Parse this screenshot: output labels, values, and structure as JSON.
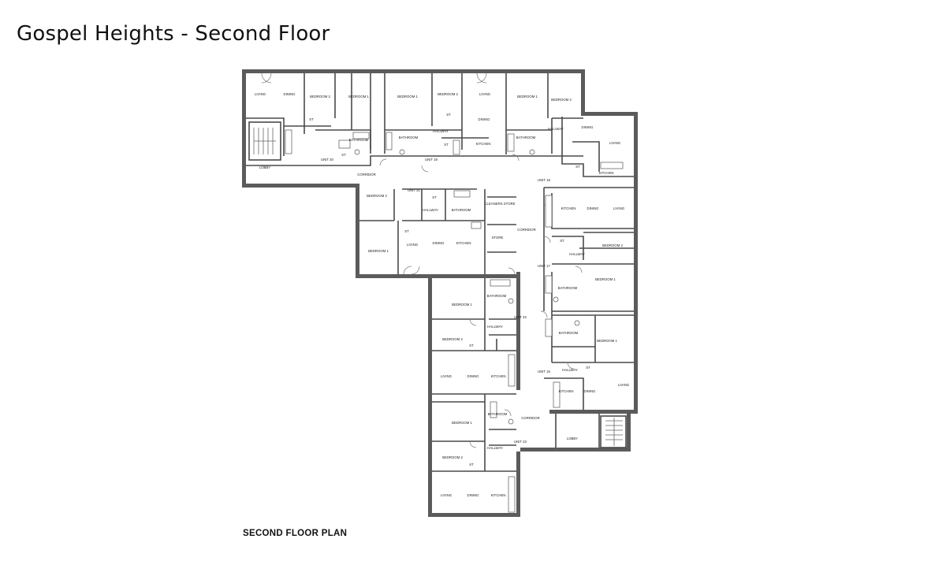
{
  "title": "Gospel Heights - Second Floor",
  "caption": "SECOND FLOOR PLAN",
  "colors": {
    "wall": "#5b5b5b",
    "background": "#ffffff",
    "text": "#111111"
  },
  "room_labels": [
    "LIVING",
    "DINING",
    "BEDROOM 2",
    "BEDROOM 1",
    "ST",
    "BATHROOM",
    "ST",
    "UNIT 20",
    "LOBBY",
    "BEDROOM 1",
    "BEDROOM 2",
    "ST",
    "HALLWAY",
    "BATHROOM",
    "UNIT 19",
    "LIVING",
    "DINING",
    "KITCHEN",
    "ST",
    "CORRIDOR",
    "BEDROOM 1",
    "BEDROOM 2",
    "BATHROOM",
    "HALLWAY",
    "UNIT 18",
    "DINING",
    "LIVING",
    "KITCHEN",
    "ST",
    "BEDROOM 2",
    "BEDROOM 1",
    "UNIT 21",
    "ST",
    "HALLWAY",
    "BATHROOM",
    "ST",
    "LIVING",
    "DINING",
    "KITCHEN",
    "CLEANERS STORE",
    "STORE",
    "CORRIDOR",
    "KITCHEN",
    "DINING",
    "LIVING",
    "ST",
    "BEDROOM 2",
    "HALLWAY",
    "UNIT 17",
    "BATHROOM",
    "BEDROOM 1",
    "BEDROOM 1",
    "BATHROOM",
    "UNIT 22",
    "HALLWAY",
    "BEDROOM 2",
    "ST",
    "LIVING",
    "DINING",
    "KITCHEN",
    "BATHROOM",
    "BEDROOM 1",
    "UNIT 16",
    "HALLWAY",
    "ST",
    "KITCHEN",
    "DINING",
    "LIVING",
    "CORRIDOR",
    "LOBBY",
    "BATHROOM",
    "BEDROOM 1",
    "UNIT 23",
    "HALLWAY",
    "BEDROOM 2",
    "ST",
    "LIVING",
    "DINING",
    "KITCHEN"
  ]
}
